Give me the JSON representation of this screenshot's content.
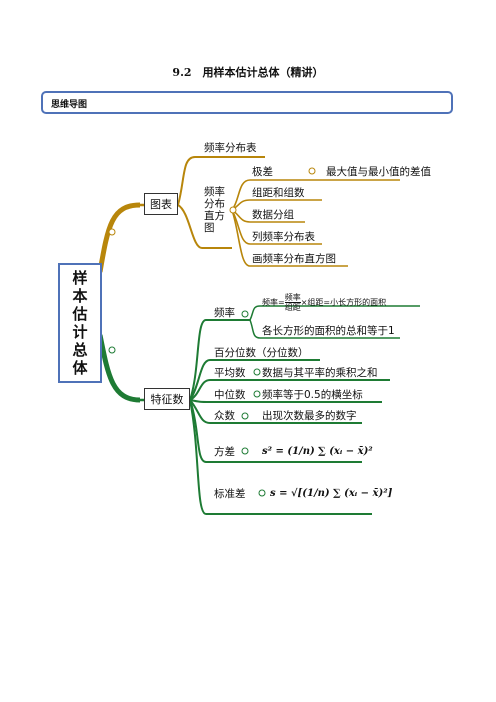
{
  "doc": {
    "title": "9.2　用样本估计总体（精讲）",
    "section": "思维导图"
  },
  "mindmap": {
    "root": "样本估计总体",
    "charts": {
      "label": "图表",
      "freq_table": "频率分布表",
      "histogram": {
        "label": "频率分布直方图",
        "range": {
          "label": "极差",
          "desc": "最大值与最小值的差值"
        },
        "steps": [
          "组距和组数",
          "数据分组",
          "列频率分布表",
          "画频率分布直方图"
        ]
      }
    },
    "features": {
      "label": "特征数",
      "frequency": {
        "label": "频率",
        "formula": {
          "lhs": "频率=",
          "num": "频率",
          "den": "组距",
          "rhs": "×组距=小长方形的面积"
        },
        "note": "各长方形的面积的总和等于1"
      },
      "percentile": "百分位数（分位数）",
      "mean": {
        "label": "平均数",
        "desc": "数据与其平率的乘积之和"
      },
      "median": {
        "label": "中位数",
        "desc": "频率等于0.5的横坐标"
      },
      "mode": {
        "label": "众数",
        "desc": "出现次数最多的数字"
      },
      "variance": {
        "label": "方差",
        "formula": "s² = (1/n) ∑ (xᵢ − x̄)²"
      },
      "stdev": {
        "label": "标准差",
        "formula": "s = √[(1/n) ∑ (xᵢ − x̄)²]"
      }
    },
    "colors": {
      "gold": "#b8860b",
      "green": "#1e7b34",
      "blue": "#4f72b8"
    }
  }
}
